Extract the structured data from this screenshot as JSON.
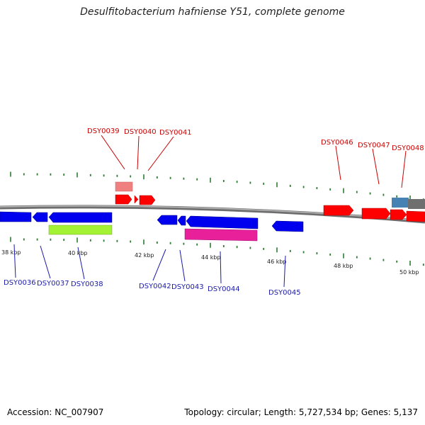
{
  "title": "Desulfitobacterium hafniense Y51, complete genome",
  "footer": {
    "accession": "Accession: NC_007907",
    "summary": "Topology: circular; Length: 5,727,534 bp; Genes: 5,137"
  },
  "colors": {
    "forward_gene": "#ff0000",
    "reverse_gene": "#0000ee",
    "label_forward": "#cc0000",
    "label_reverse": "#1a1aaa",
    "tick": "#2e7d32",
    "backbone": "#808080",
    "pink_feature": "#e8209a",
    "green_feature": "#a4f234",
    "light_red_feature": "#f08080",
    "steel_feature": "#4682b4",
    "gray_feature": "#777777"
  },
  "scale_labels": [
    "38 kbp",
    "40 kbp",
    "42 kbp",
    "44 kbp",
    "46 kbp",
    "48 kbp",
    "50 kbp"
  ],
  "forward_labels": [
    "DSY0039",
    "DSY0040",
    "DSY0041",
    "DSY0046",
    "DSY0047",
    "DSY0048"
  ],
  "reverse_labels": [
    "DSY0036",
    "DSY0037",
    "DSY0038",
    "DSY0042",
    "DSY0043",
    "DSY0044",
    "DSY0045"
  ]
}
